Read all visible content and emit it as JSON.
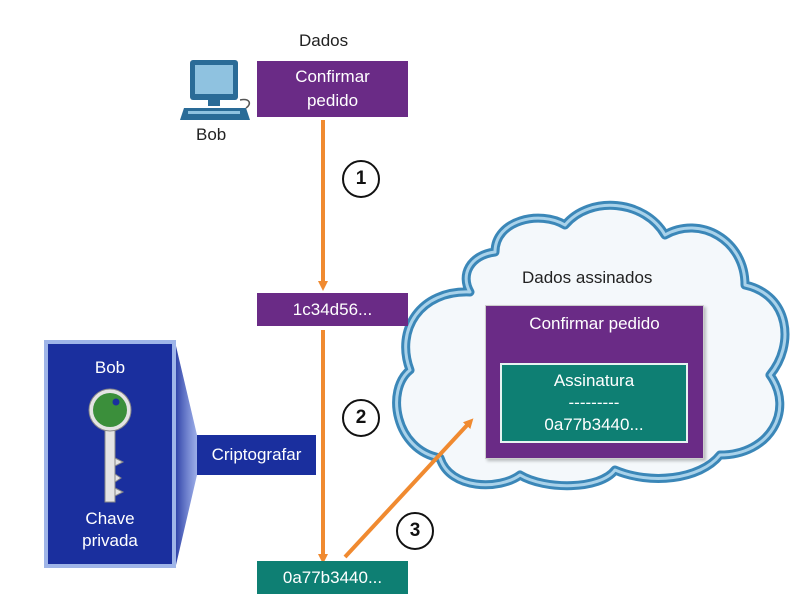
{
  "top_label": "Dados",
  "bob_computer": {
    "label": "Bob",
    "icon": "computer-icon"
  },
  "data_box": {
    "line1": "Confirmar",
    "line2": "pedido"
  },
  "hash_box": {
    "text": "1c34d56..."
  },
  "signature_box": {
    "text": "0a77b3440..."
  },
  "steps": [
    "1",
    "2",
    "3"
  ],
  "private_key_card": {
    "owner": "Bob",
    "line1": "Chave",
    "line2": "privada",
    "icon": "key-icon"
  },
  "encrypt_box": {
    "text": "Criptografar"
  },
  "cloud": {
    "title": "Dados assinados",
    "doc_title": "Confirmar pedido",
    "sig_line1": "Assinatura",
    "sig_line2": "---------",
    "sig_line3": "0a77b3440..."
  },
  "colors": {
    "purple": "#6a2b86",
    "teal": "#0e7f73",
    "navy": "#1a2f9e",
    "arrow": "#f08a30",
    "cloud": "#2f7fb0"
  }
}
